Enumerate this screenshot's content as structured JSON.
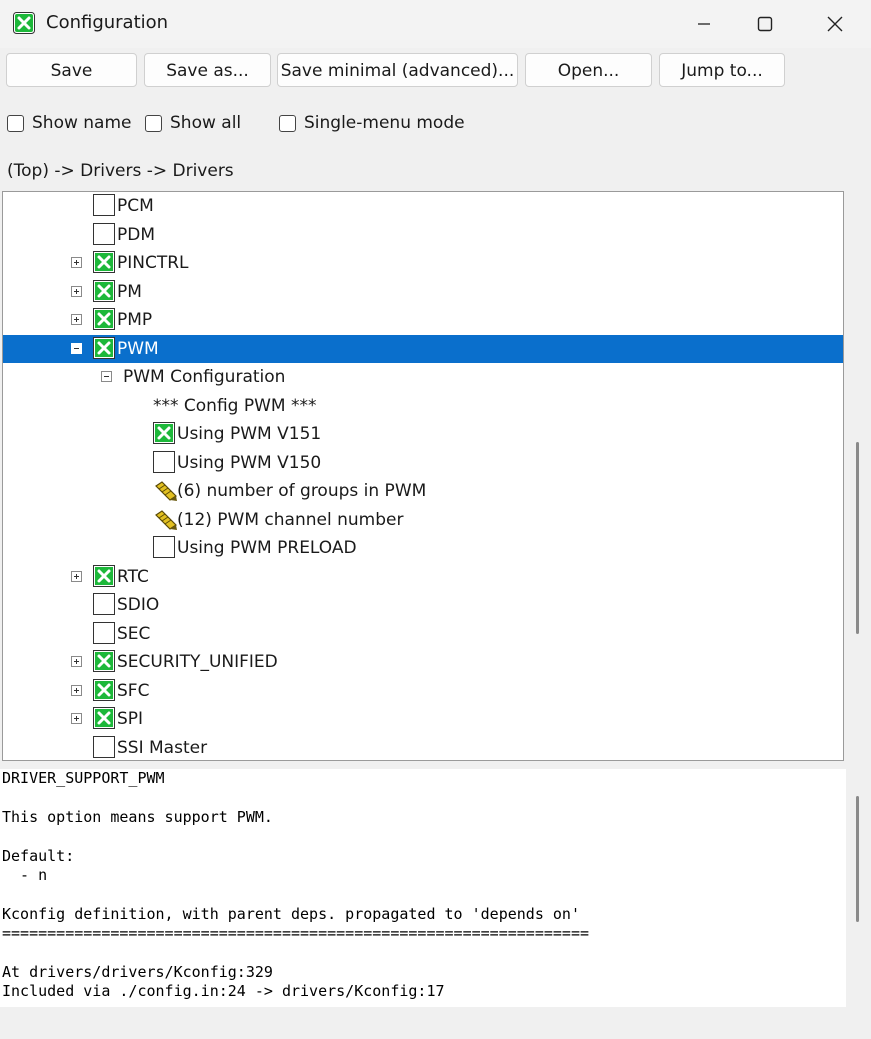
{
  "window": {
    "title": "Configuration"
  },
  "toolbar": {
    "save": "Save",
    "save_as": "Save as...",
    "save_minimal": "Save minimal (advanced)...",
    "open": "Open...",
    "jump_to": "Jump to..."
  },
  "options": {
    "show_name": "Show name",
    "show_all": "Show all",
    "single_menu": "Single-menu mode"
  },
  "breadcrumb": "(Top) -> Drivers -> Drivers",
  "tree": [
    {
      "label": "PCM",
      "checked": false,
      "expander": "none"
    },
    {
      "label": "PDM",
      "checked": false,
      "expander": "none"
    },
    {
      "label": "PINCTRL",
      "checked": true,
      "expander": "plus"
    },
    {
      "label": "PM",
      "checked": true,
      "expander": "plus"
    },
    {
      "label": "PMP",
      "checked": true,
      "expander": "plus"
    },
    {
      "label": "PWM",
      "checked": true,
      "expander": "minus",
      "selected": true
    },
    {
      "label": "PWM Configuration",
      "expander": "minus"
    },
    {
      "label": "*** Config PWM ***"
    },
    {
      "label": "Using PWM V151",
      "checked": true
    },
    {
      "label": "Using PWM V150",
      "checked": false
    },
    {
      "label": "(6) number of groups in PWM",
      "icon": "pencil-icon"
    },
    {
      "label": "(12) PWM channel number",
      "icon": "pencil-icon"
    },
    {
      "label": "Using PWM PRELOAD",
      "checked": false
    },
    {
      "label": "RTC",
      "checked": true,
      "expander": "plus"
    },
    {
      "label": "SDIO",
      "checked": false
    },
    {
      "label": "SEC",
      "checked": false
    },
    {
      "label": "SECURITY_UNIFIED",
      "checked": true,
      "expander": "plus"
    },
    {
      "label": "SFC",
      "checked": true,
      "expander": "plus"
    },
    {
      "label": "SPI",
      "checked": true,
      "expander": "plus"
    },
    {
      "label": "SSI Master",
      "checked": false
    }
  ],
  "info": {
    "symbol": "DRIVER_SUPPORT_PWM",
    "help": "This option means support PWM.",
    "default_label": "Default:",
    "default_value": "  - n",
    "kconfig_heading": "Kconfig definition, with parent deps. propagated to 'depends on'",
    "separator": "=================================================================",
    "location": "At drivers/drivers/Kconfig:329",
    "included": "Included via ./config.in:24 -> drivers/Kconfig:17"
  },
  "colors": {
    "selection": "#0a6fcc",
    "check_green": "#1db83a"
  }
}
